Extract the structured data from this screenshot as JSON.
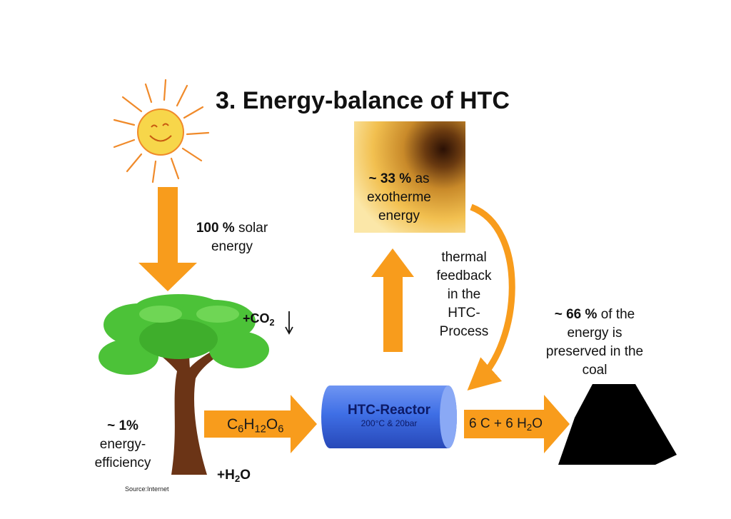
{
  "title": "3. Energy-balance of HTC",
  "solar": {
    "percent": "100 %",
    "text": "solar energy"
  },
  "exotherme": {
    "percent": "~ 33 %",
    "text_a": "as",
    "text_b": "exotherme energy"
  },
  "feedback": {
    "lines": [
      "thermal",
      "feedback",
      "in the",
      "HTC-",
      "Process"
    ]
  },
  "coal_note": {
    "percent": "~ 66 %",
    "text_a": "of the",
    "text_b": "energy is preserved in the coal"
  },
  "co2": {
    "plus": "+CO",
    "sub": "2"
  },
  "h2o": {
    "plus": "+H",
    "sub": "2",
    "tail": "O"
  },
  "efficiency": {
    "percent": "~ 1%",
    "text": "energy-efficiency"
  },
  "glucose": {
    "c": "C",
    "c_n": "6",
    "h": "H",
    "h_n": "12",
    "o": "O",
    "o_n": "6"
  },
  "reactor": {
    "title": "HTC-Reactor",
    "subtitle": "200°C & 20bar"
  },
  "product": {
    "pre": "6 C + 6 H",
    "sub": "2",
    "post": "O"
  },
  "source": "Source:Internet",
  "colors": {
    "arrow": "#f89c1c",
    "reactor": "#3f6fe6",
    "coal": "#000000",
    "leaf": "#4cc238",
    "trunk": "#6b3416",
    "sun": "#f7d64a"
  }
}
